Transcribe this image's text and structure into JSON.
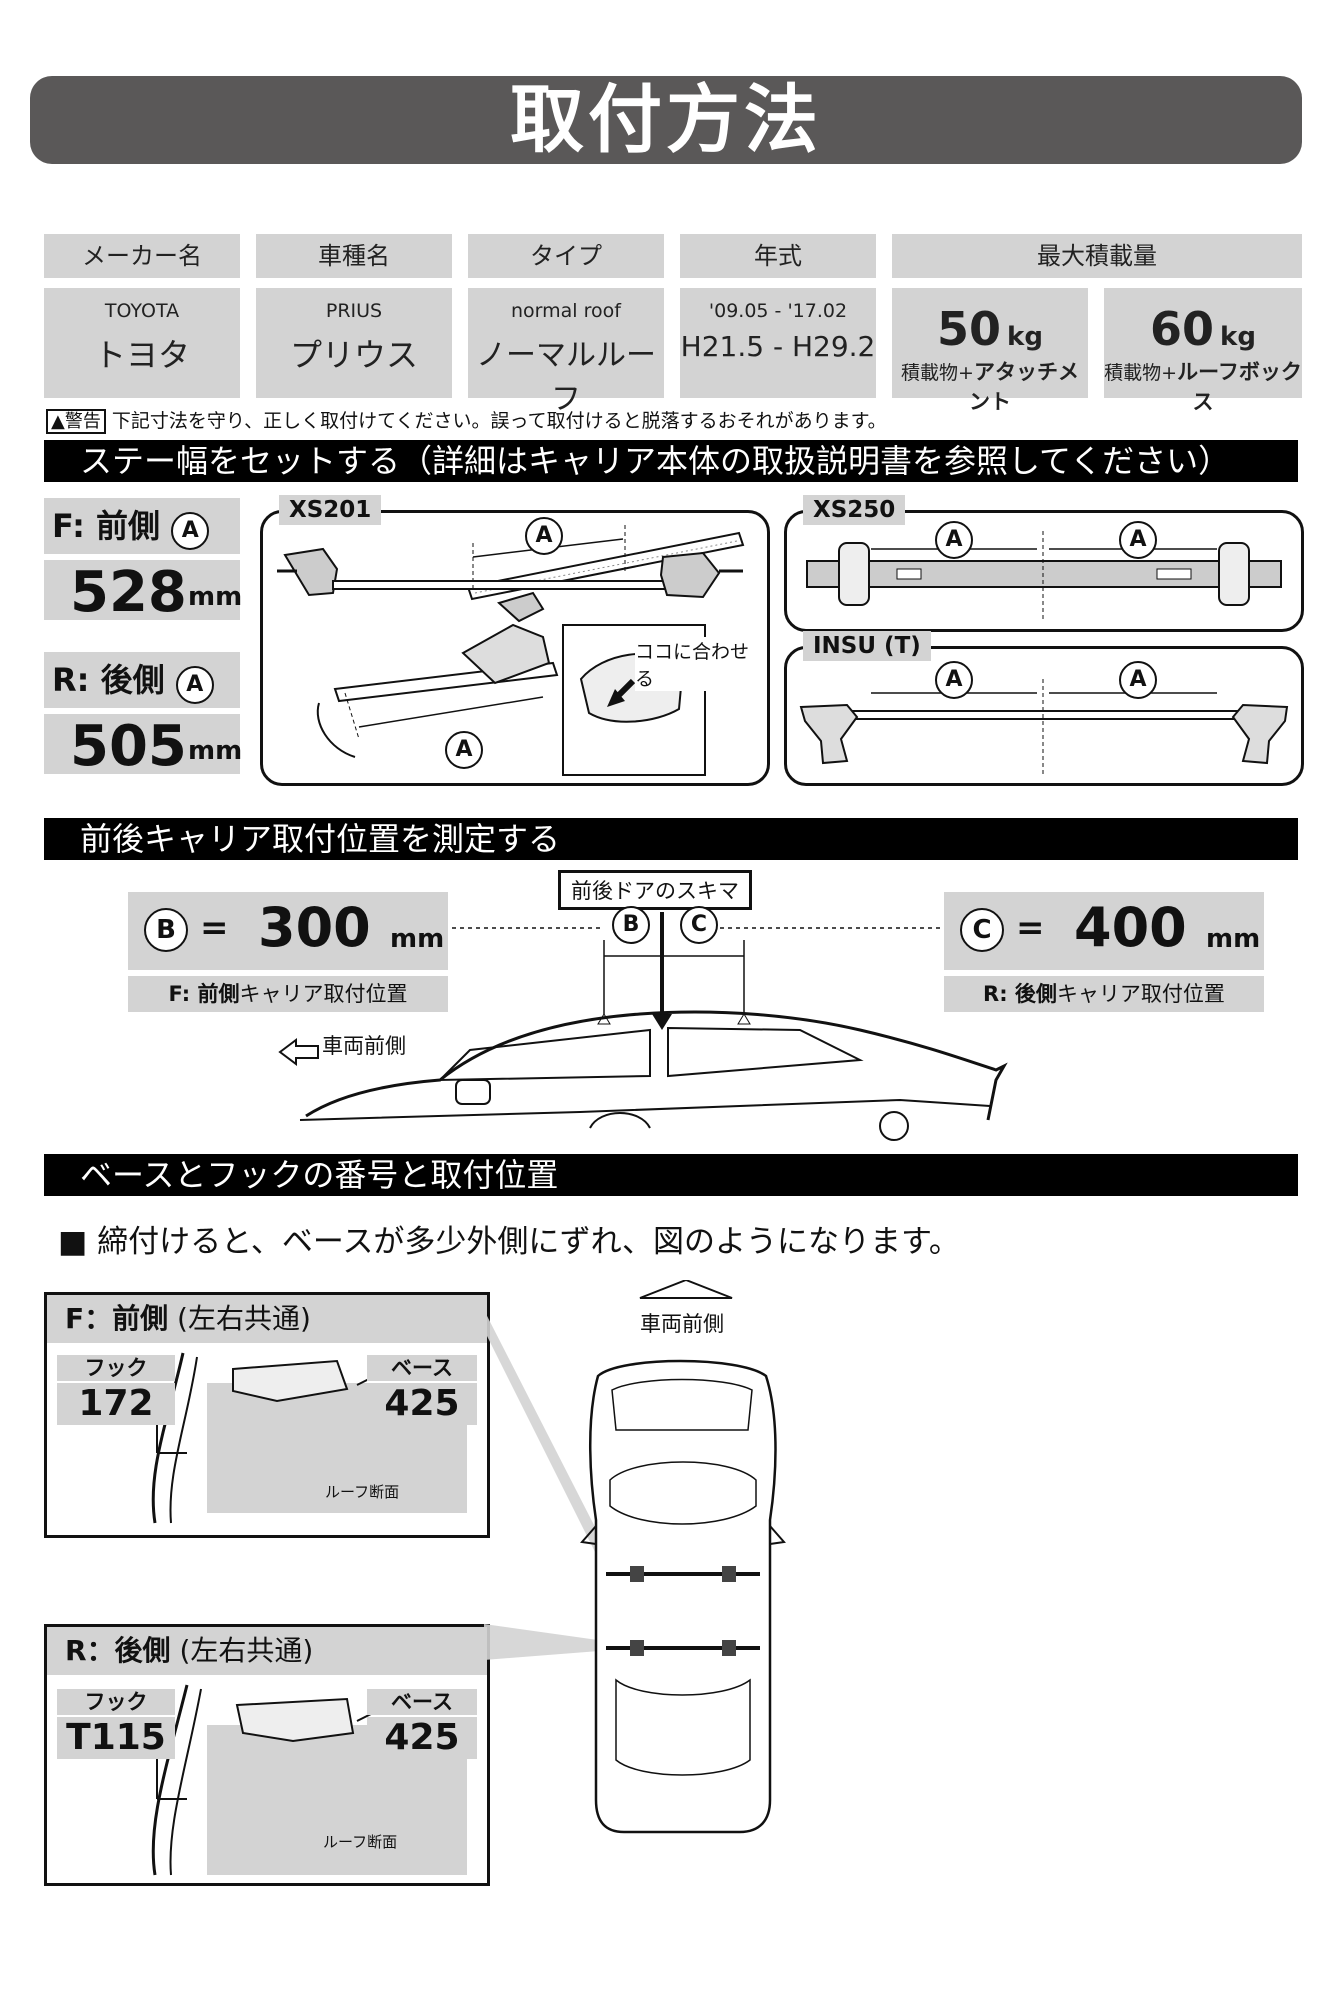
{
  "title": "取付方法",
  "spec": {
    "headers": [
      "メーカー名",
      "車種名",
      "タイプ",
      "年式",
      "最大積載量"
    ],
    "maker": {
      "top": "TOYOTA",
      "main": "トヨタ"
    },
    "model": {
      "top": "PRIUS",
      "main": "プリウス"
    },
    "type": {
      "top": "normal roof",
      "main": "ノーマルルーフ"
    },
    "year": {
      "top": "'09.05 - '17.02",
      "main": "H21.5 - H29.2"
    },
    "load1": {
      "value": "50",
      "unit": "kg",
      "sub_prefix": "積載物+",
      "sub_bold": "アタッチメント"
    },
    "load2": {
      "value": "60",
      "unit": "kg",
      "sub_prefix": "積載物+",
      "sub_bold": "ルーフボックス"
    }
  },
  "warning": {
    "tag": "警告",
    "text": "下記寸法を守り、正しく取付けてください。誤って取付けると脱落するおそれがあります。"
  },
  "section1": {
    "title": "ステー幅をセットする（詳細はキャリア本体の取扱説明書を参照してください）",
    "front_label": "F: 前側",
    "front_value": "528",
    "rear_label": "R: 後側",
    "rear_value": "505",
    "unit": "mm",
    "symbol_a": "A",
    "xs201": "XS201",
    "xs250": "XS250",
    "insu": "INSU (T)",
    "align_text": "ココに合わせる"
  },
  "section2": {
    "title": "前後キャリア取付位置を測定する",
    "door_gap": "前後ドアのスキマ",
    "b_symbol": "B",
    "c_symbol": "C",
    "equals": "=",
    "b_value": "300",
    "c_value": "400",
    "unit": "mm",
    "b_caption_bold": "F: 前側",
    "b_caption_rest": "キャリア取付位置",
    "c_caption_bold": "R: 後側",
    "c_caption_rest": "キャリア取付位置",
    "vehicle_front": "車両前側"
  },
  "section3": {
    "title": "ベースとフックの番号と取付位置",
    "note": "■ 締付けると、ベースが多少外側にずれ、図のようになります。",
    "front": {
      "title_bold": "F：前側",
      "title_rest": " (左右共通)",
      "hook_label": "フック",
      "hook_value": "172",
      "base_label": "ベース",
      "base_value": "425",
      "roof_label": "ルーフ断面"
    },
    "rear": {
      "title_bold": "R：後側",
      "title_rest": " (左右共通)",
      "hook_label": "フック",
      "hook_value": "T115",
      "base_label": "ベース",
      "base_value": "425",
      "roof_label": "ルーフ断面"
    },
    "vehicle_front": "車両前側"
  }
}
